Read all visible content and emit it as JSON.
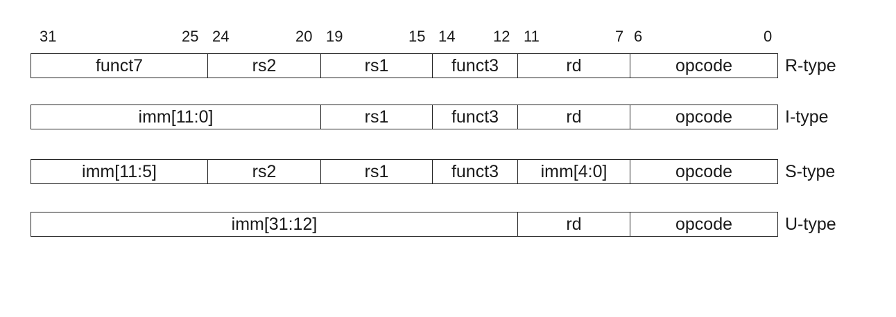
{
  "bit_numbers": [
    "31",
    "25",
    "24",
    "20",
    "19",
    "15",
    "14",
    "12",
    "11",
    "7",
    "6",
    "0"
  ],
  "formats": [
    {
      "type": "R-type",
      "fields": [
        "funct7",
        "rs2",
        "rs1",
        "funct3",
        "rd",
        "opcode"
      ]
    },
    {
      "type": "I-type",
      "fields": [
        "imm[11:0]",
        "rs1",
        "funct3",
        "rd",
        "opcode"
      ]
    },
    {
      "type": "S-type",
      "fields": [
        "imm[11:5]",
        "rs2",
        "rs1",
        "funct3",
        "imm[4:0]",
        "opcode"
      ]
    },
    {
      "type": "U-type",
      "fields": [
        "imm[31:12]",
        "rd",
        "opcode"
      ]
    }
  ]
}
